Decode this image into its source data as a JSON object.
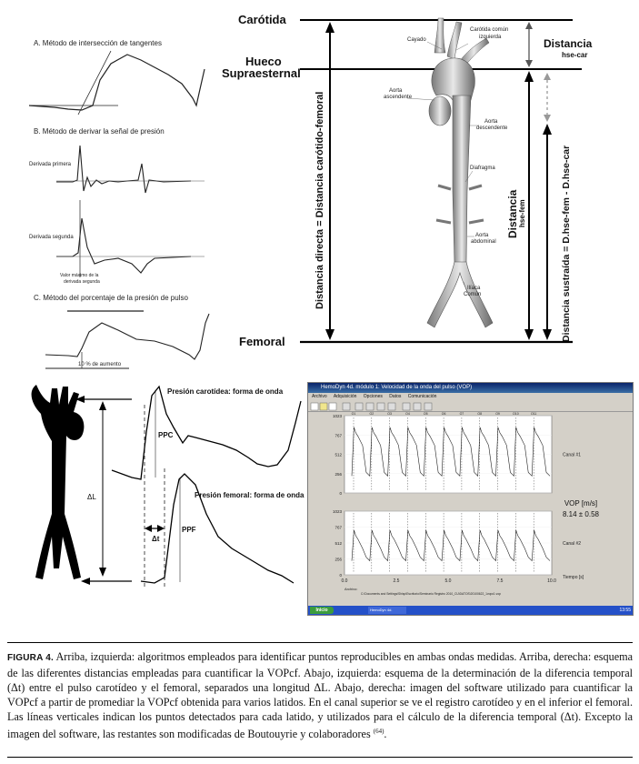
{
  "labels": {
    "carotida": "Carótida",
    "hueco_1": "Hueco",
    "hueco_2": "Supraesternal",
    "femoral": "Femoral",
    "dist_directa": "Distancia directa = Distancia carótido-femoral",
    "dist_hse_car_1": "Distancia",
    "dist_hse_car_2": "hse-car",
    "dist_hse_fem_1": "Distancia",
    "dist_hse_fem_2": "hse-fem",
    "dist_sustraida": "Distancia sustraída = D.hse-fem - D.hse-car"
  },
  "aorta_labels": {
    "cayado": "Cayado",
    "carotida_comun_1": "Carótida común",
    "carotida_comun_2": "izquierda",
    "aorta_asc_1": "Aorta",
    "aorta_asc_2": "ascendente",
    "aorta_desc_1": "Aorta",
    "aorta_desc_2": "descendente",
    "diafragma": "Diafragma",
    "aorta_abd_1": "Aorta",
    "aorta_abd_2": "abdominal",
    "iliaca_1": "Ilíaca",
    "iliaca_2": "Común"
  },
  "methods": {
    "a": "A. Método de intersección de tangentes",
    "b": "B. Método de derivar la señal de presión",
    "derivada_primera": "Derivada primera",
    "derivada_segunda": "Derivada segunda",
    "valor_max_1": "Valor máximo de la",
    "valor_max_2": "derivada segunda",
    "c": "C. Método del porcentaje de la presión de pulso",
    "aumento": "10 % de aumento"
  },
  "waves": {
    "presion_carotidea": "Presión carotídea: forma de onda",
    "presion_femoral": "Presión femoral: forma de onda",
    "ppc": "PPC",
    "ppf": "PPF",
    "dl": "ΔL",
    "dt": "Δt"
  },
  "software": {
    "title": "HemoDyn 4d. módulo 1: Velocidad de la onda del pulso (VOP)",
    "menu": [
      "Archivo",
      "Adquisición",
      "Opciones",
      "Datos",
      "Comunicación"
    ],
    "y_ticks": [
      "1023",
      "767",
      "512",
      "256",
      "0"
    ],
    "beat_labels": [
      "O1",
      "O2",
      "O3",
      "O4",
      "O5",
      "O6",
      "O7",
      "O8",
      "O9",
      "O10",
      "O11"
    ],
    "canal1": "Canal #1",
    "canal2": "Canal #2",
    "vop_label": "VOP [m/s]",
    "vop_value": "8.14 ± 0.58",
    "x_ticks": [
      "0.0",
      "2.5",
      "5.0",
      "7.5",
      "10.0"
    ],
    "tiempo": "Tiempo [s]",
    "archivo_label": "Archivo:",
    "archivo_path": "C:\\Documents and Settings\\Shisp\\Escritorio\\Seminario Registro 2010_CU\\DATOS\\20100622_1vopc1.vop",
    "start": "Inicio",
    "task": "HemoDyn 4d. Módulo...",
    "tray": "13:55"
  },
  "caption": {
    "label": "FIGURA 4.",
    "text": "Arriba, izquierda: algoritmos empleados para identificar puntos reproducibles en ambas ondas medidas. Arriba, derecha: esquema de las diferentes distancias empleadas para cuantificar la VOPcf. Abajo, izquierda: esquema de la determinación de la diferencia temporal (Δt) entre el pulso carotídeo y el femoral, separados una longitud ΔL. Abajo, derecha: imagen del software utilizado para cuantificar la VOPcf a partir de promediar la VOPcf obtenida para varios latidos. En el canal superior se ve el registro carotídeo y en el inferior el femoral. Las líneas verticales indican los puntos detectados para cada latido, y utilizados para el cálculo de la diferencia temporal (Δt). Excepto la imagen del software, las restantes son modificadas de Boutouyrie y colaboradores",
    "ref": "(64)",
    "end": "."
  }
}
